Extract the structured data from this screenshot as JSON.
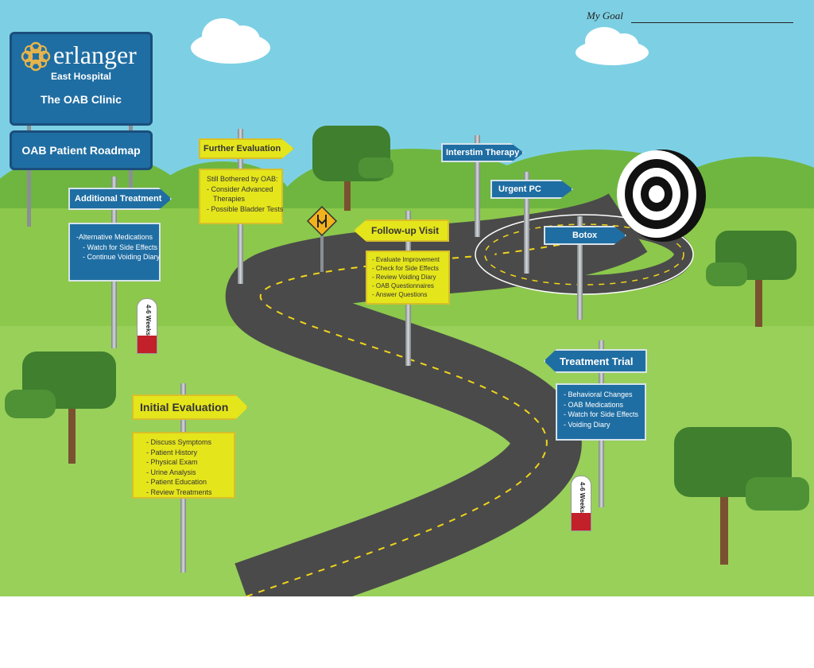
{
  "goal": {
    "label": "My Goal"
  },
  "header": {
    "brand": "erlanger",
    "subtitle": "East Hospital",
    "clinic": "The OAB Clinic",
    "roadmap_title": "OAB Patient Roadmap"
  },
  "signs": {
    "additional_treatment": {
      "title": "Additional Treatment",
      "items": [
        "-Alternative Medications",
        "- Watch for Side Effects",
        "- Continue Voiding Diary"
      ]
    },
    "further_evaluation": {
      "title": "Further Evaluation",
      "items": [
        "Still Bothered by OAB:",
        "- Consider Advanced",
        "  Therapies",
        "- Possible Bladder Tests"
      ]
    },
    "follow_up": {
      "title": "Follow-up Visit",
      "items": [
        "- Evaluate Improvement",
        "- Check for Side Effects",
        "- Review Voiding Diary",
        "- OAB Questionnaires",
        "- Answer Questions"
      ]
    },
    "interstim": {
      "title": "Interstim Therapy"
    },
    "urgent_pc": {
      "title": "Urgent PC"
    },
    "botox": {
      "title": "Botox"
    },
    "treatment_trial": {
      "title": "Treatment Trial",
      "items": [
        "- Behavioral Changes",
        "- OAB Medications",
        "- Watch for Side Effects",
        "- Voiding Diary"
      ]
    },
    "initial_evaluation": {
      "title": "Initial Evaluation",
      "items": [
        "- Discuss Symptoms",
        "- Patient History",
        "- Physical Exam",
        "- Urine Analysis",
        "- Patient Education",
        "- Review Treatments"
      ]
    }
  },
  "markers": {
    "first": "4-6 Weeks",
    "second": "4-6 Weeks"
  },
  "colors": {
    "sky": "#7dd0e4",
    "grass": "#8cc84b",
    "road": "#4a4a4a",
    "yellow_sign": "#e5e51c",
    "blue_sign": "#1f6ea3",
    "marker_red": "#c2202a"
  }
}
